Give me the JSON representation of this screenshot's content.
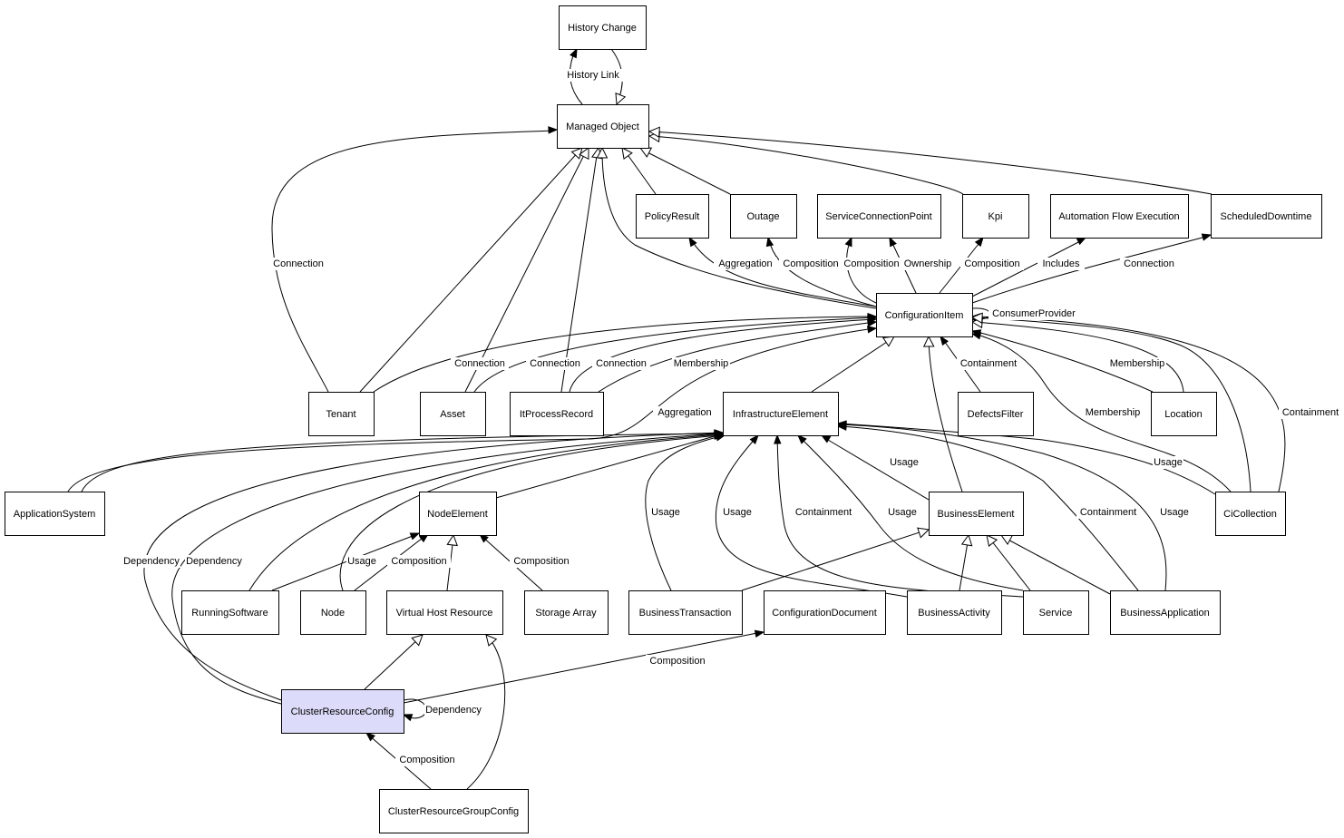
{
  "diagram": {
    "nodes": [
      {
        "id": "history-change",
        "label": "History Change"
      },
      {
        "id": "managed-object",
        "label": "Managed Object"
      },
      {
        "id": "policy-result",
        "label": "PolicyResult"
      },
      {
        "id": "outage",
        "label": "Outage"
      },
      {
        "id": "service-connection-point",
        "label": "ServiceConnectionPoint"
      },
      {
        "id": "kpi",
        "label": "Kpi"
      },
      {
        "id": "automation-flow-execution",
        "label": "Automation Flow Execution"
      },
      {
        "id": "scheduled-downtime",
        "label": "ScheduledDowntime"
      },
      {
        "id": "configuration-item",
        "label": "ConfigurationItem"
      },
      {
        "id": "tenant",
        "label": "Tenant"
      },
      {
        "id": "asset",
        "label": "Asset"
      },
      {
        "id": "it-process-record",
        "label": "ItProcessRecord"
      },
      {
        "id": "infrastructure-element",
        "label": "InfrastructureElement"
      },
      {
        "id": "defects-filter",
        "label": "DefectsFilter"
      },
      {
        "id": "location",
        "label": "Location"
      },
      {
        "id": "application-system",
        "label": "ApplicationSystem"
      },
      {
        "id": "node-element",
        "label": "NodeElement"
      },
      {
        "id": "business-element",
        "label": "BusinessElement"
      },
      {
        "id": "ci-collection",
        "label": "CiCollection"
      },
      {
        "id": "running-software",
        "label": "RunningSoftware"
      },
      {
        "id": "node",
        "label": "Node"
      },
      {
        "id": "virtual-host-resource",
        "label": "Virtual Host Resource"
      },
      {
        "id": "storage-array",
        "label": "Storage Array"
      },
      {
        "id": "business-transaction",
        "label": "BusinessTransaction"
      },
      {
        "id": "configuration-document",
        "label": "ConfigurationDocument"
      },
      {
        "id": "business-activity",
        "label": "BusinessActivity"
      },
      {
        "id": "service",
        "label": "Service"
      },
      {
        "id": "business-application",
        "label": "BusinessApplication"
      },
      {
        "id": "cluster-resource-config",
        "label": "ClusterResourceConfig",
        "highlight": true
      },
      {
        "id": "cluster-resource-group-config",
        "label": "ClusterResourceGroupConfig"
      }
    ],
    "edges": [
      {
        "from": "managed-object",
        "to": "history-change",
        "kind": "association",
        "label": "History Link"
      },
      {
        "from": "history-change",
        "to": "managed-object",
        "kind": "inheritance",
        "label": ""
      },
      {
        "from": "tenant",
        "to": "managed-object",
        "kind": "association",
        "label": "Connection"
      },
      {
        "from": "tenant",
        "to": "managed-object",
        "kind": "inheritance",
        "label": ""
      },
      {
        "from": "asset",
        "to": "managed-object",
        "kind": "inheritance",
        "label": ""
      },
      {
        "from": "it-process-record",
        "to": "managed-object",
        "kind": "inheritance",
        "label": ""
      },
      {
        "from": "configuration-item",
        "to": "managed-object",
        "kind": "inheritance",
        "label": ""
      },
      {
        "from": "policy-result",
        "to": "managed-object",
        "kind": "inheritance",
        "label": ""
      },
      {
        "from": "outage",
        "to": "managed-object",
        "kind": "inheritance",
        "label": ""
      },
      {
        "from": "kpi",
        "to": "managed-object",
        "kind": "inheritance",
        "label": ""
      },
      {
        "from": "scheduled-downtime",
        "to": "managed-object",
        "kind": "inheritance",
        "label": ""
      },
      {
        "from": "configuration-item",
        "to": "policy-result",
        "kind": "association",
        "label": "Aggregation"
      },
      {
        "from": "configuration-item",
        "to": "outage",
        "kind": "association",
        "label": "Composition"
      },
      {
        "from": "configuration-item",
        "to": "service-connection-point",
        "kind": "association",
        "label": "Composition"
      },
      {
        "from": "configuration-item",
        "to": "service-connection-point",
        "kind": "association",
        "label": "Ownership"
      },
      {
        "from": "configuration-item",
        "to": "kpi",
        "kind": "association",
        "label": "Composition"
      },
      {
        "from": "configuration-item",
        "to": "automation-flow-execution",
        "kind": "association",
        "label": "Includes"
      },
      {
        "from": "configuration-item",
        "to": "scheduled-downtime",
        "kind": "association",
        "label": "Connection"
      },
      {
        "from": "configuration-item",
        "to": "configuration-item",
        "kind": "association",
        "label": "ConsumerProvider"
      },
      {
        "from": "tenant",
        "to": "configuration-item",
        "kind": "association",
        "label": "Connection"
      },
      {
        "from": "asset",
        "to": "configuration-item",
        "kind": "association",
        "label": "Connection"
      },
      {
        "from": "it-process-record",
        "to": "configuration-item",
        "kind": "association",
        "label": "Connection"
      },
      {
        "from": "it-process-record",
        "to": "configuration-item",
        "kind": "association",
        "label": "Membership"
      },
      {
        "from": "application-system",
        "to": "configuration-item",
        "kind": "association",
        "label": "Aggregation"
      },
      {
        "from": "infrastructure-element",
        "to": "configuration-item",
        "kind": "inheritance",
        "label": ""
      },
      {
        "from": "defects-filter",
        "to": "configuration-item",
        "kind": "association",
        "label": "Containment"
      },
      {
        "from": "business-element",
        "to": "configuration-item",
        "kind": "inheritance",
        "label": ""
      },
      {
        "from": "location",
        "to": "configuration-item",
        "kind": "association",
        "label": "Membership"
      },
      {
        "from": "location",
        "to": "configuration-item",
        "kind": "inheritance",
        "label": ""
      },
      {
        "from": "ci-collection",
        "to": "configuration-item",
        "kind": "association",
        "label": "Membership"
      },
      {
        "from": "ci-collection",
        "to": "configuration-item",
        "kind": "association",
        "label": "Containment"
      },
      {
        "from": "ci-collection",
        "to": "configuration-item",
        "kind": "inheritance",
        "label": ""
      },
      {
        "from": "application-system",
        "to": "infrastructure-element",
        "kind": "association",
        "label": ""
      },
      {
        "from": "node-element",
        "to": "infrastructure-element",
        "kind": "association",
        "label": ""
      },
      {
        "from": "cluster-resource-config",
        "to": "infrastructure-element",
        "kind": "association",
        "label": "Dependency"
      },
      {
        "from": "cluster-resource-config",
        "to": "infrastructure-element",
        "kind": "association",
        "label": "Dependency"
      },
      {
        "from": "running-software",
        "to": "infrastructure-element",
        "kind": "association",
        "label": ""
      },
      {
        "from": "node",
        "to": "infrastructure-element",
        "kind": "association",
        "label": ""
      },
      {
        "from": "business-transaction",
        "to": "infrastructure-element",
        "kind": "association",
        "label": "Usage"
      },
      {
        "from": "business-activity",
        "to": "infrastructure-element",
        "kind": "association",
        "label": "Usage"
      },
      {
        "from": "service",
        "to": "infrastructure-element",
        "kind": "association",
        "label": "Containment"
      },
      {
        "from": "service",
        "to": "infrastructure-element",
        "kind": "association",
        "label": "Usage"
      },
      {
        "from": "business-element",
        "to": "infrastructure-element",
        "kind": "association",
        "label": "Usage"
      },
      {
        "from": "business-application",
        "to": "infrastructure-element",
        "kind": "association",
        "label": "Containment"
      },
      {
        "from": "business-application",
        "to": "infrastructure-element",
        "kind": "association",
        "label": "Usage"
      },
      {
        "from": "ci-collection",
        "to": "infrastructure-element",
        "kind": "association",
        "label": "Usage"
      },
      {
        "from": "running-software",
        "to": "node-element",
        "kind": "association",
        "label": "Usage"
      },
      {
        "from": "node",
        "to": "node-element",
        "kind": "association",
        "label": "Composition"
      },
      {
        "from": "virtual-host-resource",
        "to": "node-element",
        "kind": "inheritance",
        "label": ""
      },
      {
        "from": "storage-array",
        "to": "node-element",
        "kind": "association",
        "label": "Composition"
      },
      {
        "from": "business-transaction",
        "to": "business-element",
        "kind": "inheritance",
        "label": ""
      },
      {
        "from": "business-activity",
        "to": "business-element",
        "kind": "inheritance",
        "label": ""
      },
      {
        "from": "service",
        "to": "business-element",
        "kind": "inheritance",
        "label": ""
      },
      {
        "from": "business-application",
        "to": "business-element",
        "kind": "inheritance",
        "label": ""
      },
      {
        "from": "cluster-resource-config",
        "to": "virtual-host-resource",
        "kind": "inheritance",
        "label": ""
      },
      {
        "from": "cluster-resource-config",
        "to": "configuration-document",
        "kind": "association",
        "label": "Composition"
      },
      {
        "from": "cluster-resource-config",
        "to": "cluster-resource-config",
        "kind": "association",
        "label": "Dependency"
      },
      {
        "from": "cluster-resource-group-config",
        "to": "cluster-resource-config",
        "kind": "association",
        "label": "Composition"
      },
      {
        "from": "cluster-resource-group-config",
        "to": "virtual-host-resource",
        "kind": "inheritance",
        "label": ""
      }
    ]
  }
}
